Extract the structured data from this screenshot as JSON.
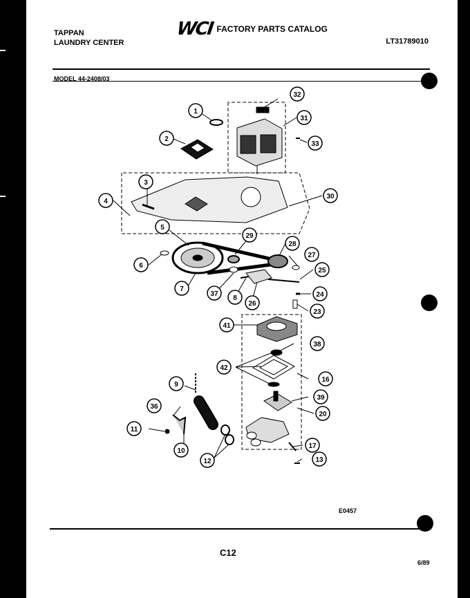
{
  "header": {
    "brand_line1": "TAPPAN",
    "brand_line2": "LAUNDRY CENTER",
    "logo_mark": "WCI",
    "catalog_title": "FACTORY PARTS CATALOG",
    "catalog_number": "LT31789010"
  },
  "model_label": "MODEL 44-2408/03",
  "diagram_code": "E0457",
  "page_number": "C12",
  "date_code": "6/89",
  "callouts": [
    "1",
    "2",
    "3",
    "4",
    "5",
    "6",
    "7",
    "8",
    "9",
    "10",
    "11",
    "12",
    "13",
    "16",
    "17",
    "20",
    "23",
    "24",
    "25",
    "26",
    "27",
    "28",
    "29",
    "30",
    "31",
    "32",
    "33",
    "36",
    "37",
    "38",
    "39",
    "41",
    "42"
  ]
}
